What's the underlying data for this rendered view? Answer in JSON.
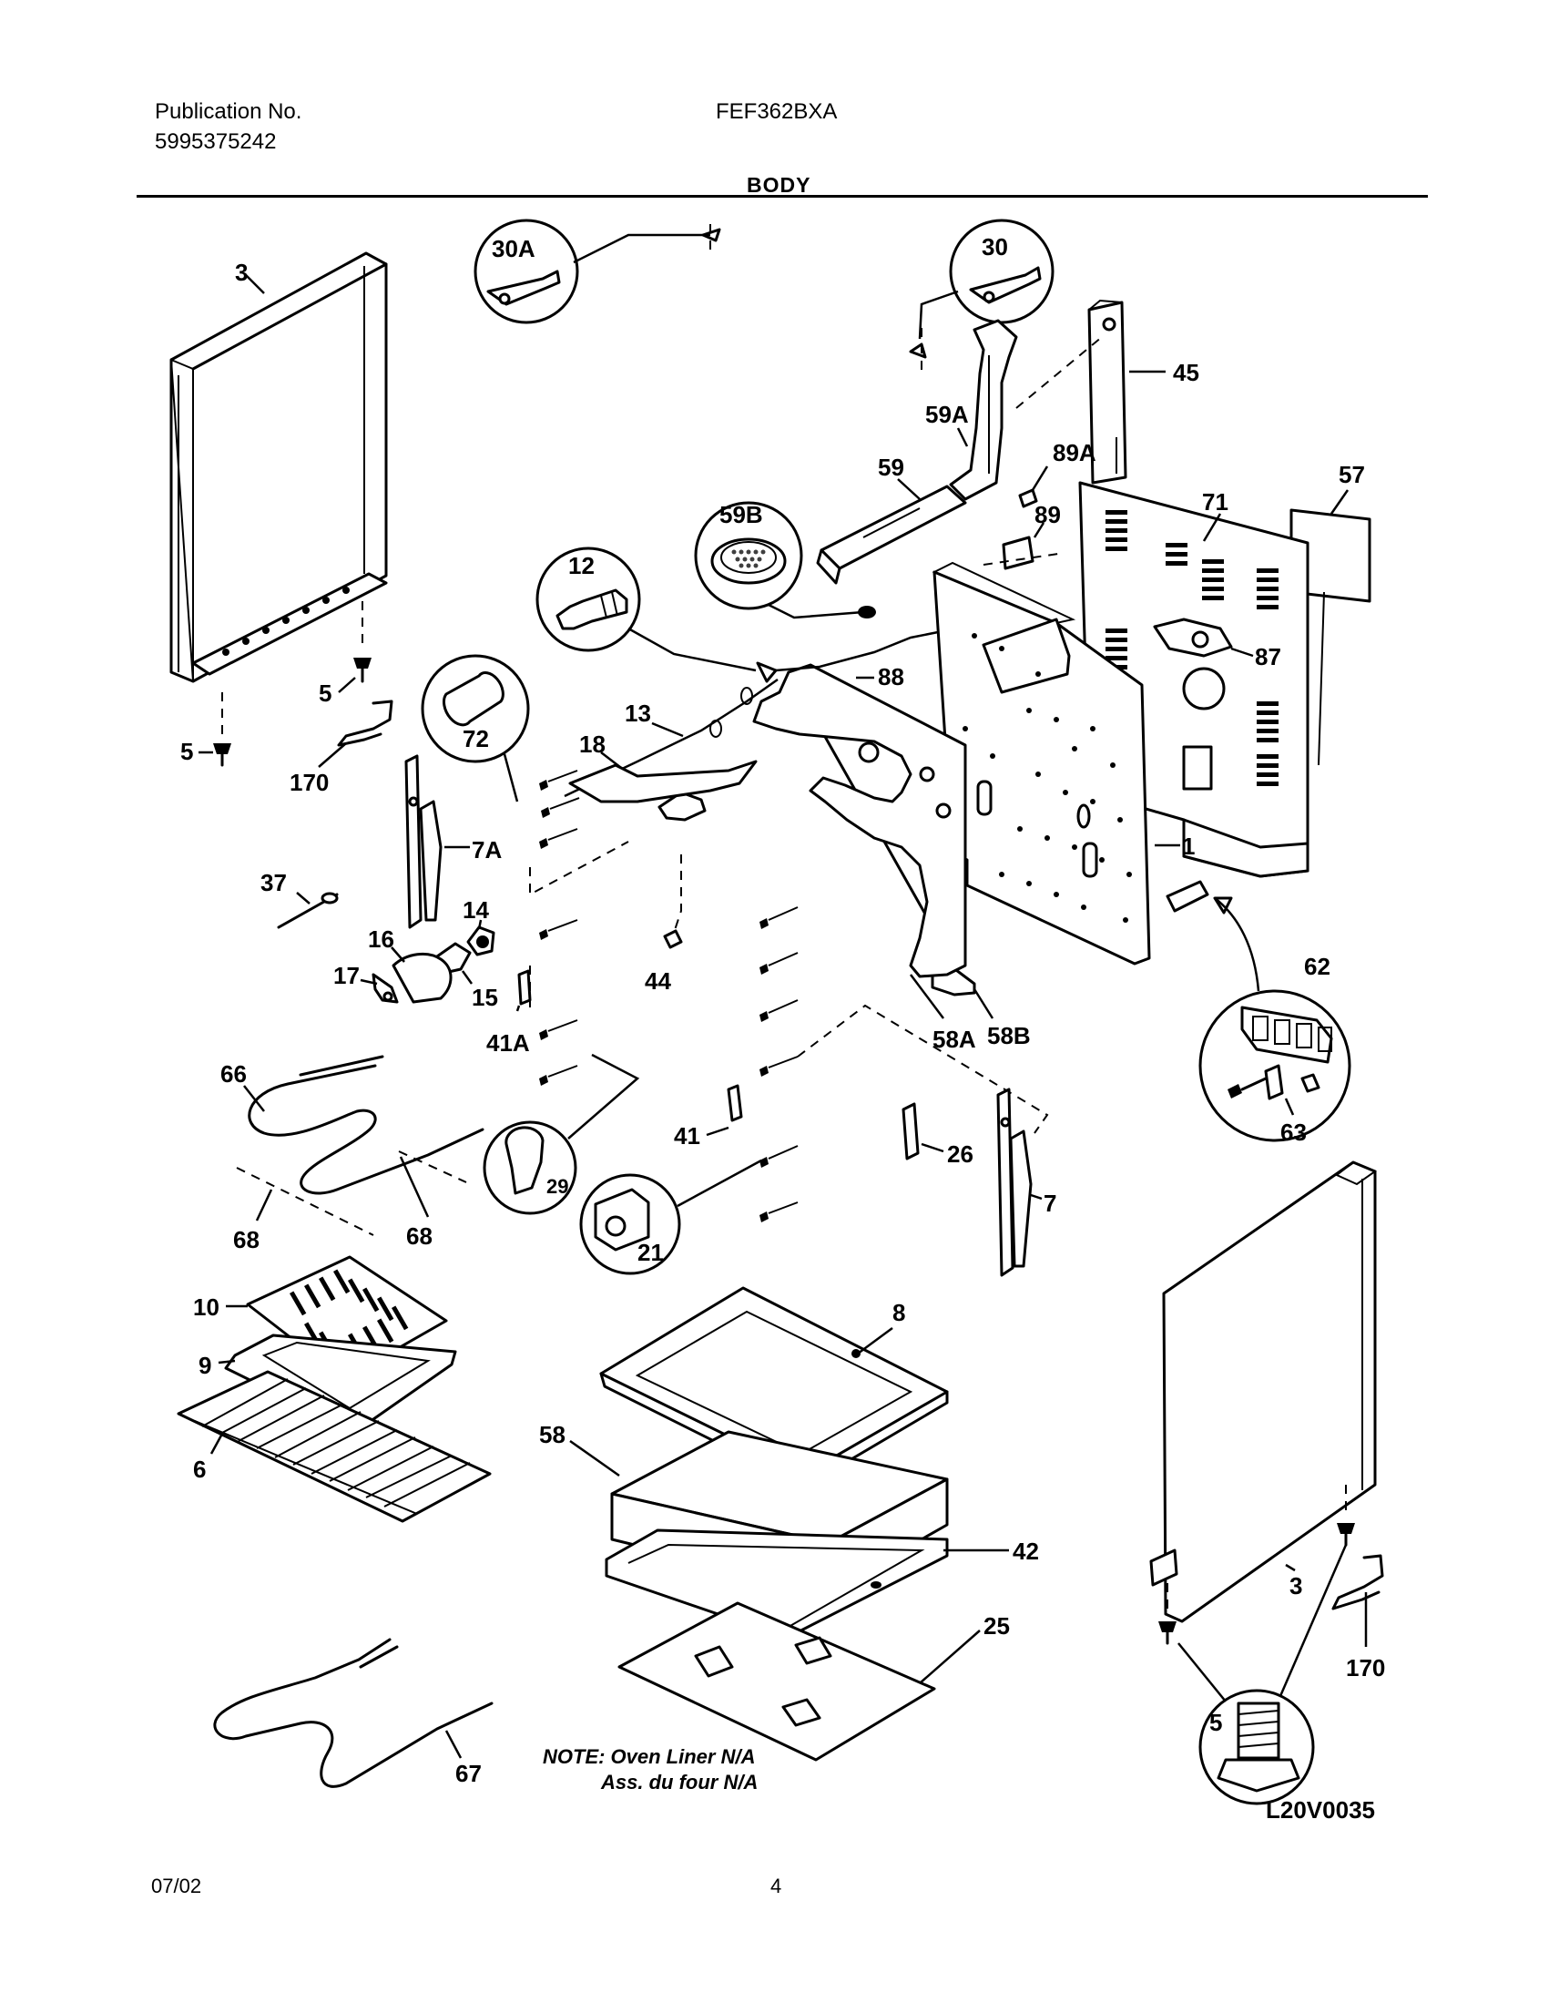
{
  "header": {
    "publication_label": "Publication No.",
    "publication_number": "5995375242",
    "model": "FEF362BXA",
    "section": "BODY"
  },
  "footer": {
    "date": "07/02",
    "page": "4"
  },
  "diagram_code": "L20V0035",
  "note": {
    "line1": "NOTE: Oven Liner N/A",
    "line2": "Ass. du four N/A"
  },
  "callouts": {
    "c30A": "30A",
    "c30": "30",
    "c3a": "3",
    "c45": "45",
    "c59A": "59A",
    "c89A": "89A",
    "c59": "59",
    "c59B": "59B",
    "c57": "57",
    "c71": "71",
    "c89": "89",
    "c12": "12",
    "c87": "87",
    "c88": "88",
    "c5a": "5",
    "c5b": "5",
    "c170a": "170",
    "c72": "72",
    "c13": "13",
    "c18": "18",
    "c1": "1",
    "c7A": "7A",
    "c37": "37",
    "c14": "14",
    "c16": "16",
    "c17": "17",
    "c15": "15",
    "c44": "44",
    "c41A": "41A",
    "c62": "62",
    "c58A": "58A",
    "c58B": "58B",
    "c66": "66",
    "c63": "63",
    "c41": "41",
    "c29": "29",
    "c26": "26",
    "c7": "7",
    "c68a": "68",
    "c68b": "68",
    "c21": "21",
    "c10": "10",
    "c8": "8",
    "c9": "9",
    "c58": "58",
    "c6": "6",
    "c42": "42",
    "c3b": "3",
    "c25": "25",
    "c170b": "170",
    "c5c": "5",
    "c67": "67"
  }
}
